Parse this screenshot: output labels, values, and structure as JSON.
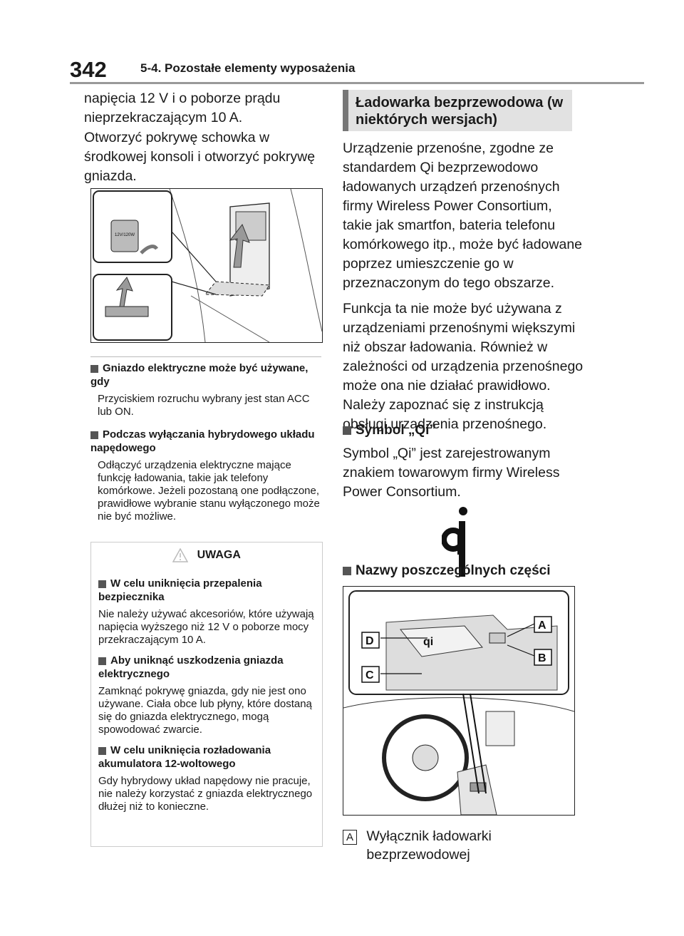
{
  "header": {
    "page_number": "342",
    "section": "5-4. Pozostałe elementy wyposażenia"
  },
  "left": {
    "para1": "napięcia 12 V i o poborze prądu nieprzekraczającym 10 A.",
    "para2": "Otworzyć pokrywę schowka w środkowej konsoli i otworzyć pokrywę gniazda.",
    "socket_label": "12V/120W",
    "note1_title": "Gniazdo elektryczne może być używane, gdy",
    "note1_body": "Przyciskiem rozruchu wybrany jest stan ACC lub ON.",
    "note2_title": "Podczas wyłączania hybrydowego układu napędowego",
    "note2_body": "Odłączyć urządzenia elektryczne mające funkcję ładowania, takie jak telefony komórkowe. Jeżeli pozostaną one podłączone, prawidłowe wybranie stanu wyłączonego może nie być możliwe."
  },
  "warning": {
    "title": "UWAGA",
    "h1": "W celu uniknięcia przepalenia bezpiecznika",
    "b1": "Nie należy używać akcesoriów, które używają napięcia wyższego niż 12 V o poborze mocy przekraczającym 10 A.",
    "h2": "Aby uniknąć uszkodzenia gniazda elektrycznego",
    "b2": "Zamknąć pokrywę gniazda, gdy nie jest ono używane. Ciała obce lub płyny, które dostaną się do gniazda elektrycznego, mogą spowodować zwarcie.",
    "h3": "W celu uniknięcia rozładowania akumulatora 12-woltowego",
    "b3": "Gdy hybrydowy układ napędowy nie pracuje, nie należy korzystać z gniazda elektrycznego dłużej niż to konieczne."
  },
  "right": {
    "heading": "Ładowarka bezprzewodowa (w niektórych wersjach)",
    "para1": "Urządzenie przenośne, zgodne ze standardem Qi bezprzewodowo ładowanych urządzeń przenośnych firmy Wireless Power Consortium, takie jak smartfon, bateria telefonu komórkowego itp., może być ładowane poprzez umieszczenie go w przeznaczonym do tego obszarze.",
    "para2": "Funkcja ta nie może być używana z urządzeniami przenośnymi większymi niż obszar ładowania. Również w zależności od urządzenia przenośnego może ona nie działać prawidłowo. Należy zapoznać się z instrukcją obsługi urządzenia przenośnego.",
    "symbol_title": "Symbol „Qi”",
    "symbol_body": "Symbol „Qi” jest zarejestrowanym znakiem towarowym firmy Wireless Power Consortium.",
    "parts_title": "Nazwy poszczególnych części",
    "callouts": [
      "A",
      "B",
      "C",
      "D"
    ],
    "itemA_label": "A",
    "itemA_text": "Wyłącznik ładowarki bezprzewodowej"
  },
  "colors": {
    "heading_bg": "#e2e2e2",
    "heading_bar": "#777777",
    "rule": "#999999"
  }
}
